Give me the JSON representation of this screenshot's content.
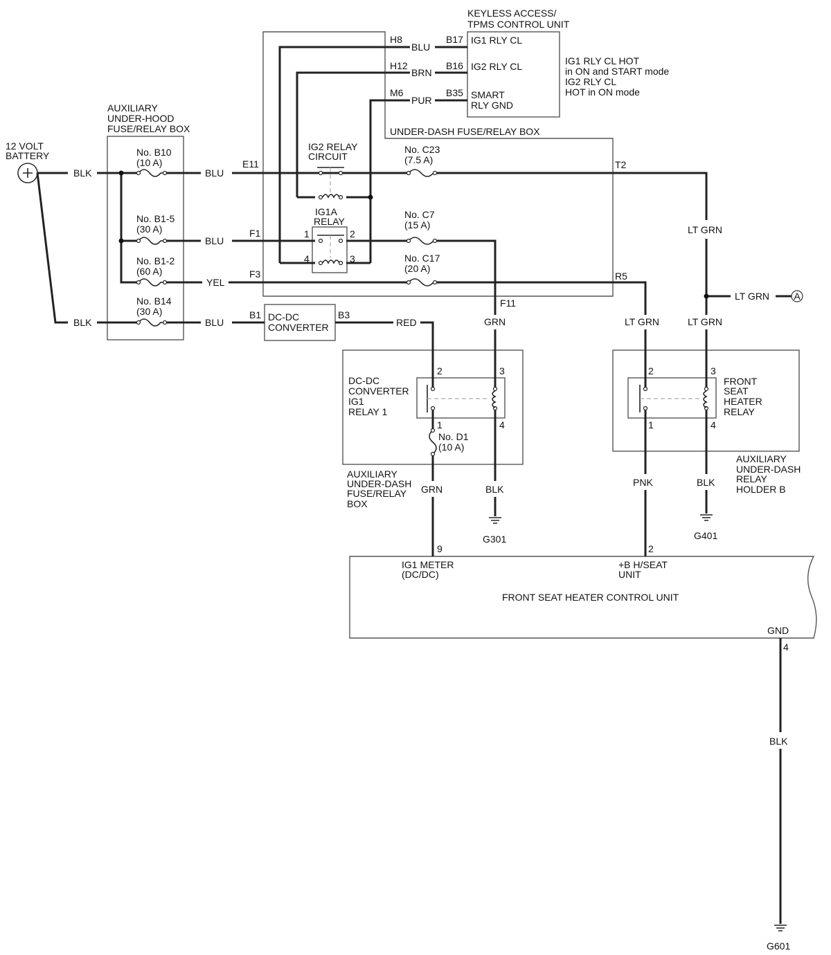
{
  "labels": {
    "battery_title": "12 VOLT",
    "battery_title2": "BATTERY",
    "aux_hood_1": "AUXILIARY",
    "aux_hood_2": "UNDER-HOOD",
    "aux_hood_3": "FUSE/RELAY BOX",
    "fuse_b10": "No. B10",
    "fuse_b10_a": "(10 A)",
    "fuse_b15": "No. B1-5",
    "fuse_b15_a": "(30 A)",
    "fuse_b12": "No. B1-2",
    "fuse_b12_a": "(60 A)",
    "fuse_b14": "No. B14",
    "fuse_b14_a": "(30 A)",
    "keyless_1": "KEYLESS ACCESS/",
    "keyless_2": "TPMS CONTROL UNIT",
    "ig1_rly_cl": "IG1 RLY CL",
    "ig2_rly_cl": "IG2 RLY CL",
    "smart": "SMART",
    "rly_gnd": "RLY GND",
    "note_1": "IG1 RLY CL HOT",
    "note_2": "in ON and START mode",
    "note_3": "IG2 RLY CL",
    "note_4": "HOT in ON mode",
    "under_dash_box": "UNDER-DASH FUSE/RELAY BOX",
    "ig2_relay_1": "IG2 RELAY",
    "ig2_relay_2": "CIRCUIT",
    "ig1a_1": "IG1A",
    "ig1a_2": "RELAY",
    "fuse_c23": "No. C23",
    "fuse_c23_a": "(7.5 A)",
    "fuse_c7": "No. C7",
    "fuse_c7_a": "(15 A)",
    "fuse_c17": "No. C17",
    "fuse_c17_a": "(20 A)",
    "dcdc_1": "DC-DC",
    "dcdc_2": "CONVERTER",
    "dcdc_relay_1": "DC-DC",
    "dcdc_relay_2": "CONVERTER",
    "dcdc_relay_3": "IG1",
    "dcdc_relay_4": "RELAY 1",
    "fuse_d1": "No. D1",
    "fuse_d1_a": "(10 A)",
    "aux_dash_1": "AUXILIARY",
    "aux_dash_2": "UNDER-DASH",
    "aux_dash_3": "FUSE/RELAY",
    "aux_dash_4": "BOX",
    "fsh_relay_1": "FRONT",
    "fsh_relay_2": "SEAT",
    "fsh_relay_3": "HEATER",
    "fsh_relay_4": "RELAY",
    "holder_1": "AUXILIARY",
    "holder_2": "UNDER-DASH",
    "holder_3": "RELAY",
    "holder_4": "HOLDER B",
    "ig1_meter_1": "IG1 METER",
    "ig1_meter_2": "(DC/DC)",
    "bh_seat_1": "+B H/SEAT",
    "bh_seat_2": "UNIT",
    "control_unit": "FRONT SEAT HEATER CONTROL UNIT",
    "gnd": "GND",
    "g301": "G301",
    "g401": "G401",
    "g601": "G601",
    "connector_a": "A"
  },
  "wires": {
    "blk": "BLK",
    "blu": "BLU",
    "brn": "BRN",
    "pur": "PUR",
    "yel": "YEL",
    "red": "RED",
    "grn": "GRN",
    "lt_grn": "LT GRN",
    "pnk": "PNK"
  },
  "terminals": {
    "h8": "H8",
    "h12": "H12",
    "m6": "M6",
    "b17": "B17",
    "b16": "B16",
    "b35": "B35",
    "e11": "E11",
    "f1": "F1",
    "f3": "F3",
    "t2": "T2",
    "r5": "R5",
    "f11": "F11",
    "b1": "B1",
    "b3": "B3",
    "p1": "1",
    "p2": "2",
    "p3": "3",
    "p4": "4",
    "p9": "9"
  }
}
